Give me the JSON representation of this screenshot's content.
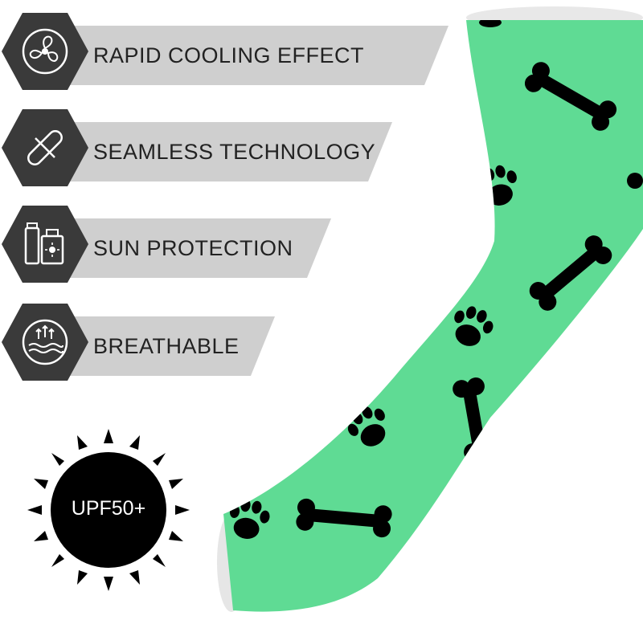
{
  "features": [
    {
      "label": "RAPID COOLING EFFECT",
      "icon": "fan-icon"
    },
    {
      "label": "SEAMLESS TECHNOLOGY",
      "icon": "seam-link-icon"
    },
    {
      "label": "SUN PROTECTION",
      "icon": "sunscreen-icon"
    },
    {
      "label": "BREATHABLE",
      "icon": "breathable-waves-icon"
    }
  ],
  "badge": {
    "label": "UPF50+",
    "icon": "sun-icon"
  },
  "product": {
    "name": "arm-sleeve",
    "color": "#5fdb94",
    "pattern": "dog-bones-and-paws"
  },
  "colors": {
    "banner": "#cfcfcf",
    "hex": "#3a3a3a",
    "badge": "#000000"
  }
}
